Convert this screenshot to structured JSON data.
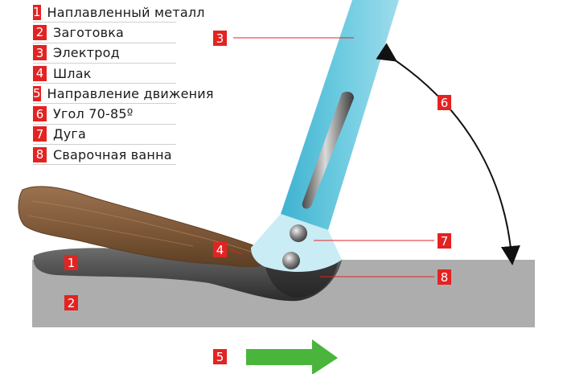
{
  "legend": [
    {
      "num": "1",
      "label": "Наплавленный металл"
    },
    {
      "num": "2",
      "label": "Заготовка"
    },
    {
      "num": "3",
      "label": "Электрод"
    },
    {
      "num": "4",
      "label": "Шлак"
    },
    {
      "num": "5",
      "label": "Направление движения"
    },
    {
      "num": "6",
      "label": "Угол 70-85º"
    },
    {
      "num": "7",
      "label": "Дуга"
    },
    {
      "num": "8",
      "label": "Сварочная ванна"
    }
  ],
  "callouts": {
    "deposited_metal": "1",
    "workpiece": "2",
    "electrode": "3",
    "slag": "4",
    "direction": "5",
    "angle": "6",
    "arc": "7",
    "weld_pool": "8"
  },
  "colors": {
    "accent_red": "#e32322",
    "workpiece_gray": "#adadad",
    "electrode_blue": "#5ec5dc",
    "slag_brown": "#7a5535",
    "arrow_green": "#49b53b"
  }
}
